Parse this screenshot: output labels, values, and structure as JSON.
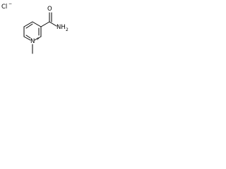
{
  "molecule": {
    "counterion": {
      "label": "Cl",
      "charge": "−"
    },
    "amide_oxygen": "O",
    "amide_nitrogen": "NH",
    "amide_nitrogen_subscript": "2",
    "ring_nitrogen": {
      "label": "N",
      "charge": "+"
    }
  }
}
